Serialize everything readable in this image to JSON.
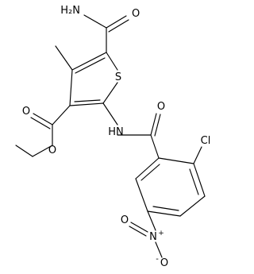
{
  "structure": {
    "atoms": {
      "amide_n": "H₂N",
      "amide_o": "O",
      "methyl": "methyl",
      "sulfur": "S",
      "ester_o_carbonyl": "O",
      "ester_o_ether": "O",
      "nh": "HN",
      "benzoyl_o": "O",
      "chloro": "Cl",
      "nitro_n": "N",
      "nitro_n_charge": "+",
      "nitro_o_top": "O",
      "nitro_o_bottom": "O",
      "nitro_o_bottom_charge": "-"
    }
  }
}
